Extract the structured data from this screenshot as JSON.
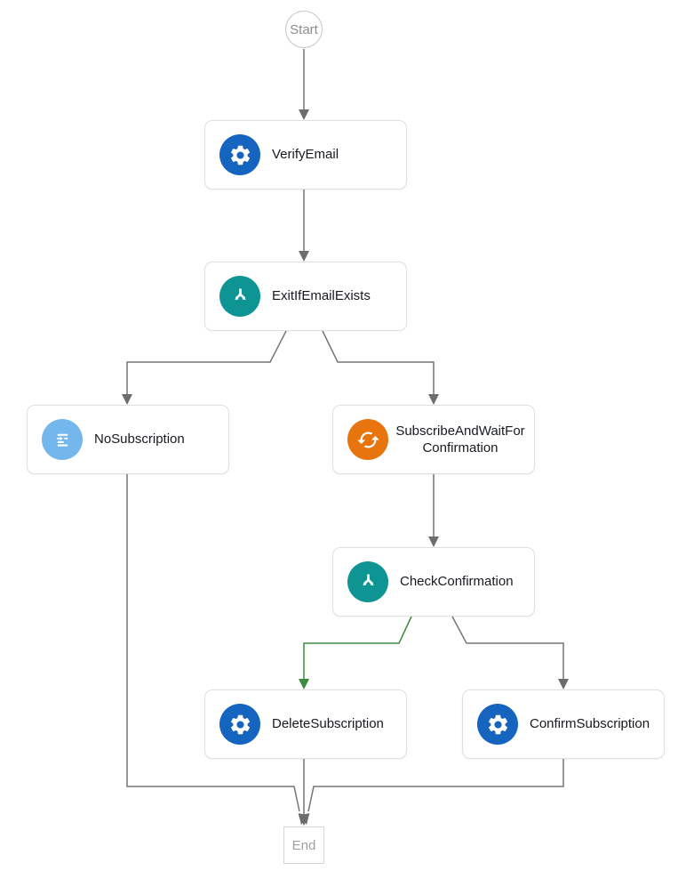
{
  "diagram": {
    "start": {
      "label": "Start"
    },
    "end": {
      "label": "End"
    },
    "nodes": [
      {
        "id": "VerifyEmail",
        "label": "VerifyEmail",
        "type": "task",
        "icon": "gear-icon",
        "color": "#1565c0"
      },
      {
        "id": "ExitIfEmailExists",
        "label": "ExitIfEmailExists",
        "type": "choice",
        "icon": "branch-icon",
        "color": "#0f9494"
      },
      {
        "id": "NoSubscription",
        "label": "NoSubscription",
        "type": "pass",
        "icon": "pass-icon",
        "color": "#74b7ec"
      },
      {
        "id": "SubscribeAndWaitForConfirmation",
        "label": "SubscribeAndWaitForConfirmation",
        "type": "task-sync",
        "icon": "sync-icon",
        "color": "#e8740d"
      },
      {
        "id": "CheckConfirmation",
        "label": "CheckConfirmation",
        "type": "choice",
        "icon": "branch-icon",
        "color": "#0f9494"
      },
      {
        "id": "DeleteSubscription",
        "label": "DeleteSubscription",
        "type": "task",
        "icon": "gear-icon",
        "color": "#1565c0"
      },
      {
        "id": "ConfirmSubscription",
        "label": "ConfirmSubscription",
        "type": "task",
        "icon": "gear-icon",
        "color": "#1565c0"
      }
    ],
    "edges": [
      {
        "from": "Start",
        "to": "VerifyEmail",
        "color": "#757575"
      },
      {
        "from": "VerifyEmail",
        "to": "ExitIfEmailExists",
        "color": "#757575"
      },
      {
        "from": "ExitIfEmailExists",
        "to": "NoSubscription",
        "color": "#757575"
      },
      {
        "from": "ExitIfEmailExists",
        "to": "SubscribeAndWaitForConfirmation",
        "color": "#757575"
      },
      {
        "from": "SubscribeAndWaitForConfirmation",
        "to": "CheckConfirmation",
        "color": "#757575"
      },
      {
        "from": "CheckConfirmation",
        "to": "DeleteSubscription",
        "color": "#3d8b3d"
      },
      {
        "from": "CheckConfirmation",
        "to": "ConfirmSubscription",
        "color": "#757575"
      },
      {
        "from": "NoSubscription",
        "to": "End",
        "color": "#757575"
      },
      {
        "from": "DeleteSubscription",
        "to": "End",
        "color": "#757575"
      },
      {
        "from": "ConfirmSubscription",
        "to": "End",
        "color": "#757575"
      }
    ],
    "colors": {
      "edge_gray": "#757575",
      "edge_green": "#3d8b3d"
    }
  }
}
